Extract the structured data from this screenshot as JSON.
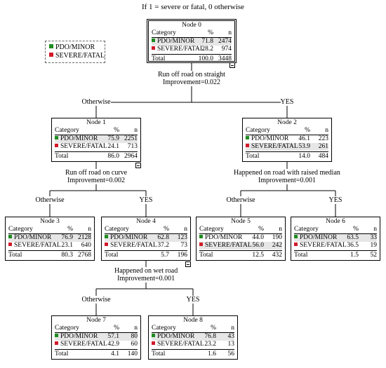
{
  "title": "If 1 = severe or fatal, 0 otherwise",
  "colors": {
    "pdo_minor": "#1f8c1f",
    "severe_fatal": "#d11a2a"
  },
  "legend": [
    {
      "label": "PDO/MINOR",
      "color": "#1f8c1f"
    },
    {
      "label": "SEVERE/FATAL",
      "color": "#d11a2a"
    }
  ],
  "columns": {
    "category": "Category",
    "pct": "%",
    "n": "n"
  },
  "rows": {
    "pdo": "PDO/MINOR",
    "severe": "SEVERE/FATAL",
    "total": "Total"
  },
  "nodes": [
    {
      "id": 0,
      "title": "Node 0",
      "pdo": [
        "71.8",
        "2474"
      ],
      "severe": [
        "28.2",
        "974"
      ],
      "total": [
        "100.0",
        "3448"
      ],
      "shade": "pdo"
    },
    {
      "id": 1,
      "title": "Node 1",
      "pdo": [
        "75.9",
        "2251"
      ],
      "severe": [
        "24.1",
        "713"
      ],
      "total": [
        "86.0",
        "2964"
      ],
      "shade": "pdo"
    },
    {
      "id": 2,
      "title": "Node 2",
      "pdo": [
        "46.1",
        "223"
      ],
      "severe": [
        "53.9",
        "261"
      ],
      "total": [
        "14.0",
        "484"
      ],
      "shade": "severe"
    },
    {
      "id": 3,
      "title": "Node 3",
      "pdo": [
        "76.9",
        "2128"
      ],
      "severe": [
        "23.1",
        "640"
      ],
      "total": [
        "80.3",
        "2768"
      ],
      "shade": "pdo"
    },
    {
      "id": 4,
      "title": "Node 4",
      "pdo": [
        "62.8",
        "123"
      ],
      "severe": [
        "37.2",
        "73"
      ],
      "total": [
        "5.7",
        "196"
      ],
      "shade": "pdo"
    },
    {
      "id": 5,
      "title": "Node 5",
      "pdo": [
        "44.0",
        "190"
      ],
      "severe": [
        "56.0",
        "242"
      ],
      "total": [
        "12.5",
        "432"
      ],
      "shade": "severe"
    },
    {
      "id": 6,
      "title": "Node 6",
      "pdo": [
        "63.5",
        "33"
      ],
      "severe": [
        "36.5",
        "19"
      ],
      "total": [
        "1.5",
        "52"
      ],
      "shade": "pdo"
    },
    {
      "id": 7,
      "title": "Node 7",
      "pdo": [
        "57.1",
        "80"
      ],
      "severe": [
        "42.9",
        "60"
      ],
      "total": [
        "4.1",
        "140"
      ],
      "shade": "pdo"
    },
    {
      "id": 8,
      "title": "Node 8",
      "pdo": [
        "76.8",
        "43"
      ],
      "severe": [
        "23.2",
        "13"
      ],
      "total": [
        "1.6",
        "56"
      ],
      "shade": "pdo"
    }
  ],
  "splits": [
    {
      "parent": 0,
      "variable": "Run off road on straight",
      "improvement": "Improvement=0.022",
      "branches": [
        {
          "label": "Otherwise",
          "child": 1
        },
        {
          "label": "YES",
          "child": 2
        }
      ]
    },
    {
      "parent": 1,
      "variable": "Run off road on curve",
      "improvement": "Improvement=0.002",
      "branches": [
        {
          "label": "Otherwise",
          "child": 3
        },
        {
          "label": "YES",
          "child": 4
        }
      ]
    },
    {
      "parent": 2,
      "variable": "Happened on road with raised median",
      "improvement": "Improvement=0.001",
      "branches": [
        {
          "label": "Otherwise",
          "child": 5
        },
        {
          "label": "YES",
          "child": 6
        }
      ]
    },
    {
      "parent": 4,
      "variable": "Happened on wet road",
      "improvement": "Improvement=0.001",
      "branches": [
        {
          "label": "Otherwise",
          "child": 7
        },
        {
          "label": "YES",
          "child": 8
        }
      ]
    }
  ]
}
